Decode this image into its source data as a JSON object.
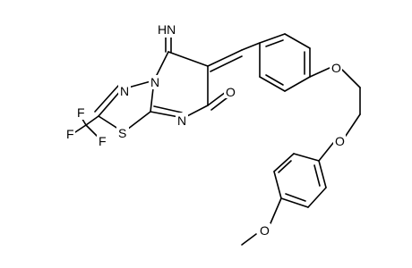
{
  "molecule": {
    "atoms": {
      "imine": "HN",
      "n_ring4": "N",
      "n_ring3": "N",
      "sulfur": "S",
      "n_ring8": "N",
      "oxygen_carbonyl": "O",
      "fluorine_top": "F",
      "fluorine_left": "F",
      "fluorine_bottom": "F",
      "oxygen_ether_1": "O",
      "oxygen_ether_2": "O",
      "oxygen_methoxy": "O"
    }
  }
}
